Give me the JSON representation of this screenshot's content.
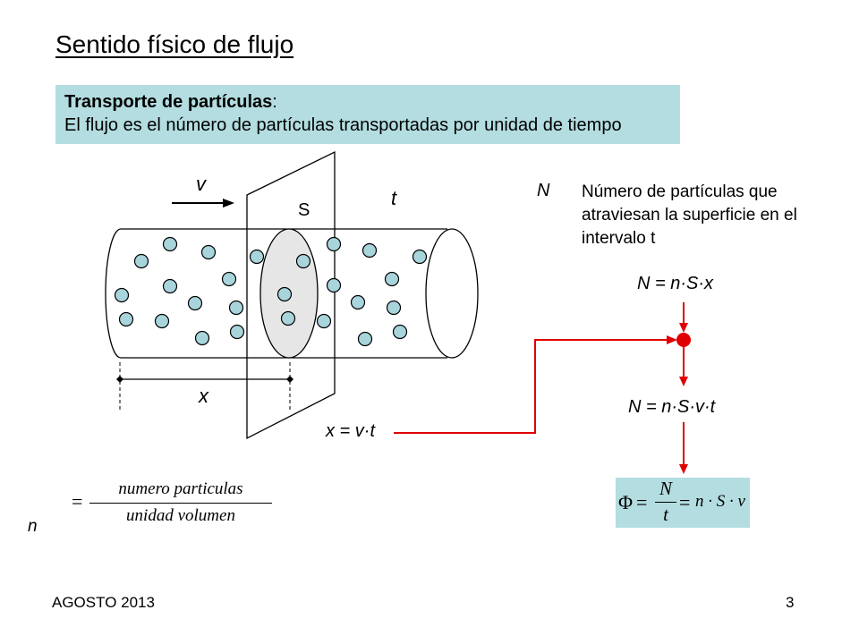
{
  "slide": {
    "title": "Sentido físico de flujo",
    "page_number": "3",
    "footer": "AGOSTO 2013"
  },
  "definition": {
    "heading": "Transporte de partículas",
    "heading_suffix": ":",
    "body": "El flujo es el número de partículas transportadas por unidad de tiempo"
  },
  "cylinder_labels": {
    "velocity": "v",
    "surface": "S",
    "time": "t",
    "length": "x"
  },
  "relation_x": "x = v·t",
  "n_symbol": "N",
  "n_description": "Número de partículas que atraviesan la superficie en el intervalo t",
  "eq_n1": "N = n·S·x",
  "eq_n2": "N = n·S·v·t",
  "density": {
    "symbol": "n",
    "numerator": "numero particulas",
    "denominator": "unidad volumen"
  },
  "flux_formula": {
    "lhs": "Φ",
    "numerator": "N",
    "denominator": "t",
    "rhs": "n · S · v"
  },
  "colors": {
    "box_fill": "#b3dde0",
    "particle_fill": "#a8d4dc",
    "arrow_red": "#e00000",
    "disk_fill": "#e6e6e6"
  }
}
